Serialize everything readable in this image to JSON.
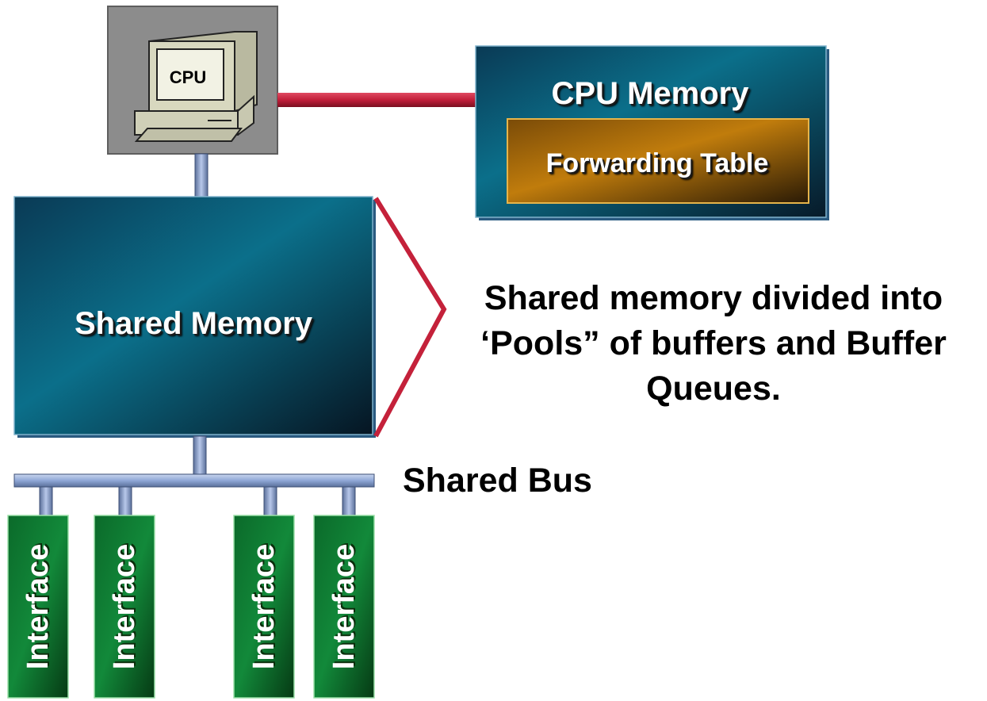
{
  "cpu": {
    "label": "CPU"
  },
  "cpu_memory": {
    "title": "CPU Memory",
    "forwarding_table": "Forwarding Table"
  },
  "shared_memory": {
    "label": "Shared Memory"
  },
  "annotation": {
    "line1": "Shared memory divided into",
    "line2": "‘Pools” of buffers and Buffer",
    "line3": "Queues."
  },
  "shared_bus": {
    "label": "Shared Bus"
  },
  "interfaces": [
    {
      "label": "Interface"
    },
    {
      "label": "Interface"
    },
    {
      "label": "Interface"
    },
    {
      "label": "Interface"
    }
  ],
  "colors": {
    "teal_light": "#0b6f8a",
    "teal_dark": "#0a1a2a",
    "gold": "#b8730a",
    "green": "#0f7a2a",
    "bus_blue": "#9db4de",
    "link_red": "#c21f3a",
    "bracket_red": "#c4213a",
    "gray_box": "#8c8c8c"
  }
}
